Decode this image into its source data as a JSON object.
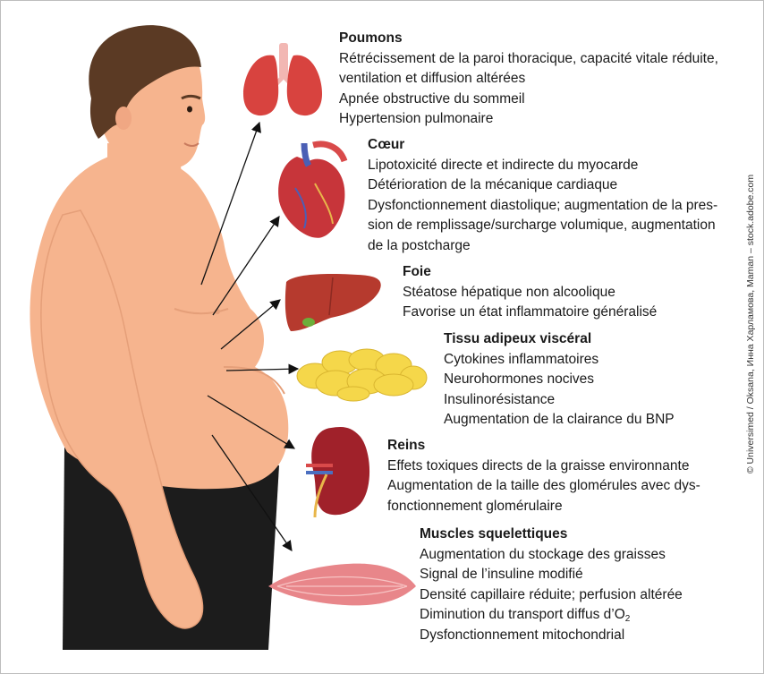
{
  "colors": {
    "skin": "#f6b48e",
    "skin_shadow": "#e59f79",
    "hair": "#5b3a24",
    "pants": "#1c1c1c",
    "organ_red": "#c7353a",
    "fat_yellow": "#f5d74a",
    "arrow": "#111111"
  },
  "credit": "© Universimed / Oksana, Инна Харламова, Maman – stock.adobe.com",
  "sections": {
    "poumons": {
      "title": "Poumons",
      "lines": [
        "Rétrécissement de la paroi thoracique, capacité vitale réduite,",
        "ventilation et diffusion altérées",
        "Apnée obstructive du sommeil",
        "Hypertension pulmonaire"
      ]
    },
    "coeur": {
      "title": "Cœur",
      "lines": [
        "Lipotoxicité directe et indirecte du myocarde",
        "Détérioration de la mécanique cardiaque",
        "Dysfonctionnement diastolique; augmentation de la pres-",
        "sion de remplissage/surcharge volumique, augmentation",
        "de la postcharge"
      ]
    },
    "foie": {
      "title": "Foie",
      "lines": [
        "Stéatose hépatique non alcoolique",
        "Favorise un état inflammatoire généralisé"
      ]
    },
    "tissu": {
      "title": "Tissu adipeux viscéral",
      "lines": [
        "Cytokines inflammatoires",
        "Neurohormones nocives",
        "Insulinorésistance",
        "Augmentation de la clairance du BNP"
      ]
    },
    "reins": {
      "title": "Reins",
      "lines": [
        "Effets toxiques directs de la graisse environnante",
        "Augmentation de la taille des glomérules avec dys-",
        "fonctionnement glomérulaire"
      ]
    },
    "muscles": {
      "title": "Muscles squelettiques",
      "lines": [
        "Augmentation du stockage des graisses",
        "Signal de l’insuline modifié",
        "Densité capillaire réduite; perfusion altérée",
        "Diminution du transport diffus d’O",
        "Dysfonctionnement mitochondrial"
      ],
      "o2_subscript": "2"
    }
  }
}
